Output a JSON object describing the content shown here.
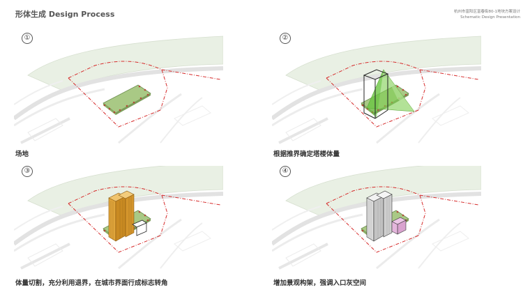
{
  "header": {
    "title": "形体生成 Design Process",
    "project": "杭州市富阳区富春街80-1地块方案设计",
    "subtitle": "Schematic Design Presentation"
  },
  "steps": [
    {
      "number": "①",
      "caption": "场地"
    },
    {
      "number": "②",
      "caption": "根据推界确定塔楼体量"
    },
    {
      "number": "③",
      "caption": "体量切割，充分利用退界，在城市界面行成标志转角"
    },
    {
      "number": "④",
      "caption": "增加景观构架，强调入口灰空间"
    }
  ],
  "colors": {
    "boundary": "#d62b2b",
    "site_green": "#a9c985",
    "tower_orange": "#e0a53b",
    "tower_grey": "#d8d8d8",
    "pavilion_pink": "#d9a3cf",
    "park_green": "#e6efe0"
  }
}
